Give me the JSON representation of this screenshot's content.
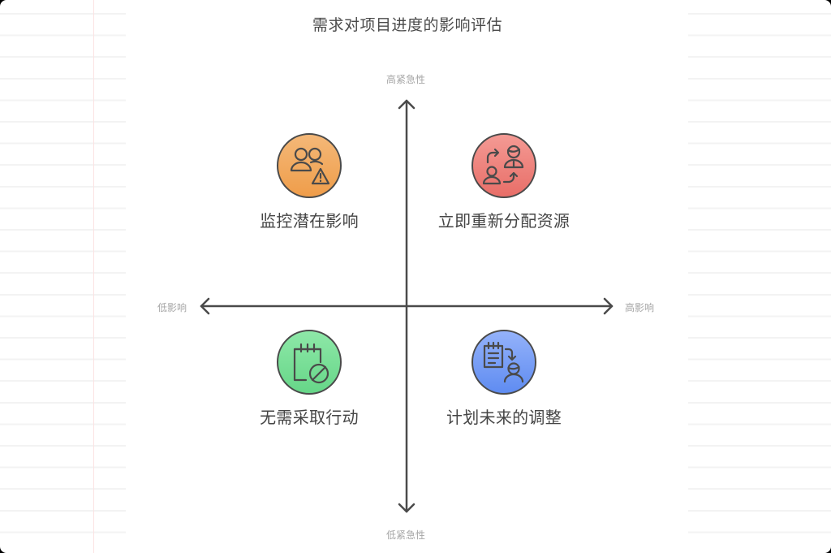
{
  "title": "需求对项目进度的影响评估",
  "axes": {
    "top": "高紧急性",
    "bottom": "低紧急性",
    "left": "低影响",
    "right": "高影响"
  },
  "quadrants": [
    {
      "position": "top-left",
      "label": "监控潜在影响",
      "icon": "people-warning-icon",
      "color": "#f0a55a"
    },
    {
      "position": "top-right",
      "label": "立即重新分配资源",
      "icon": "reassign-people-icon",
      "color": "#ec7d77"
    },
    {
      "position": "bottom-left",
      "label": "无需采取行动",
      "icon": "calendar-cancel-icon",
      "color": "#72dc92"
    },
    {
      "position": "bottom-right",
      "label": "计划未来的调整",
      "icon": "plan-adjust-icon",
      "color": "#6f97f4"
    }
  ],
  "colors": {
    "axis": "#4a4a4a",
    "axis_label": "#a6a6a6",
    "text": "#454545"
  }
}
